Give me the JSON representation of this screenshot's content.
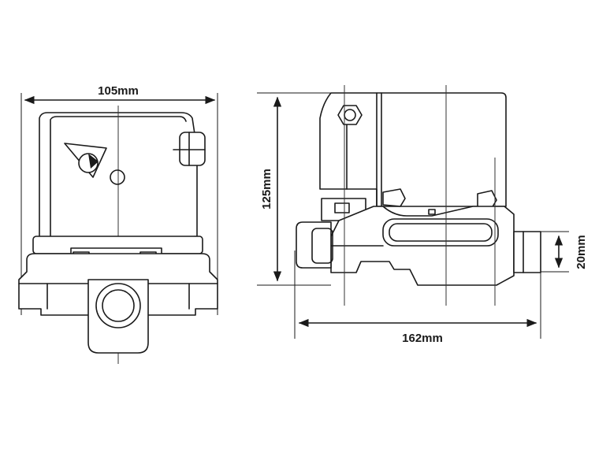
{
  "dimensions": {
    "width_front": "105mm",
    "height_side": "125mm",
    "length_side": "162mm",
    "outlet_side": "20mm"
  }
}
